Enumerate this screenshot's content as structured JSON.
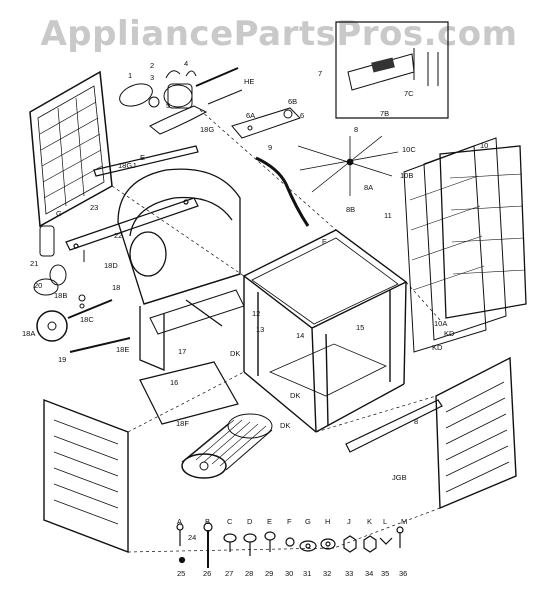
{
  "watermark": "AppliancePartsPros.com",
  "callouts": [
    {
      "id": "c1",
      "text": "1"
    },
    {
      "id": "c2",
      "text": "2"
    },
    {
      "id": "c3",
      "text": "3"
    },
    {
      "id": "c4",
      "text": "4"
    },
    {
      "id": "c5",
      "text": "5"
    },
    {
      "id": "c6",
      "text": "6"
    },
    {
      "id": "c6a",
      "text": "6A"
    },
    {
      "id": "c6b",
      "text": "6B"
    },
    {
      "id": "c7",
      "text": "7"
    },
    {
      "id": "c7b",
      "text": "7B"
    },
    {
      "id": "c7c",
      "text": "7C"
    },
    {
      "id": "c8",
      "text": "8"
    },
    {
      "id": "c8a",
      "text": "8A"
    },
    {
      "id": "c8b",
      "text": "8B"
    },
    {
      "id": "c9",
      "text": "9"
    },
    {
      "id": "c10",
      "text": "10"
    },
    {
      "id": "c10a",
      "text": "10A"
    },
    {
      "id": "c10b",
      "text": "10B"
    },
    {
      "id": "c10c",
      "text": "10C"
    },
    {
      "id": "c11",
      "text": "11"
    },
    {
      "id": "c12",
      "text": "12"
    },
    {
      "id": "c13",
      "text": "13"
    },
    {
      "id": "c14",
      "text": "14"
    },
    {
      "id": "c15",
      "text": "15"
    },
    {
      "id": "c16",
      "text": "16"
    },
    {
      "id": "c17",
      "text": "17"
    },
    {
      "id": "c18",
      "text": "18"
    },
    {
      "id": "c18a",
      "text": "18A"
    },
    {
      "id": "c18b",
      "text": "18B"
    },
    {
      "id": "c18c",
      "text": "18C"
    },
    {
      "id": "c18d",
      "text": "18D"
    },
    {
      "id": "c18e",
      "text": "18E"
    },
    {
      "id": "c18f",
      "text": "18F"
    },
    {
      "id": "c18g",
      "text": "18G"
    },
    {
      "id": "c18gj",
      "text": "18GJ"
    },
    {
      "id": "c19",
      "text": "19"
    },
    {
      "id": "c20",
      "text": "20"
    },
    {
      "id": "c21",
      "text": "21"
    },
    {
      "id": "c22",
      "text": "22"
    },
    {
      "id": "c23",
      "text": "23"
    },
    {
      "id": "cG",
      "text": "G"
    },
    {
      "id": "cF",
      "text": "F"
    },
    {
      "id": "cE",
      "text": "E"
    },
    {
      "id": "cDK1",
      "text": "DK"
    },
    {
      "id": "cDK2",
      "text": "DK"
    },
    {
      "id": "cDK3",
      "text": "DK"
    },
    {
      "id": "cKD1",
      "text": "KD"
    },
    {
      "id": "cKD2",
      "text": "KD"
    },
    {
      "id": "cGB",
      "text": "8"
    },
    {
      "id": "cJGB",
      "text": "JGB"
    },
    {
      "id": "cHE",
      "text": "HE"
    }
  ],
  "hardware": [
    {
      "letter": "A",
      "num": "24"
    },
    {
      "letter": "",
      "num": "25"
    },
    {
      "letter": "B",
      "num": "26"
    },
    {
      "letter": "C",
      "num": "27"
    },
    {
      "letter": "D",
      "num": "28"
    },
    {
      "letter": "E",
      "num": "29"
    },
    {
      "letter": "F",
      "num": "30"
    },
    {
      "letter": "G",
      "num": "31"
    },
    {
      "letter": "H",
      "num": "32"
    },
    {
      "letter": "J",
      "num": "33"
    },
    {
      "letter": "K",
      "num": "34"
    },
    {
      "letter": "L",
      "num": "35"
    },
    {
      "letter": "M",
      "num": "36"
    }
  ]
}
